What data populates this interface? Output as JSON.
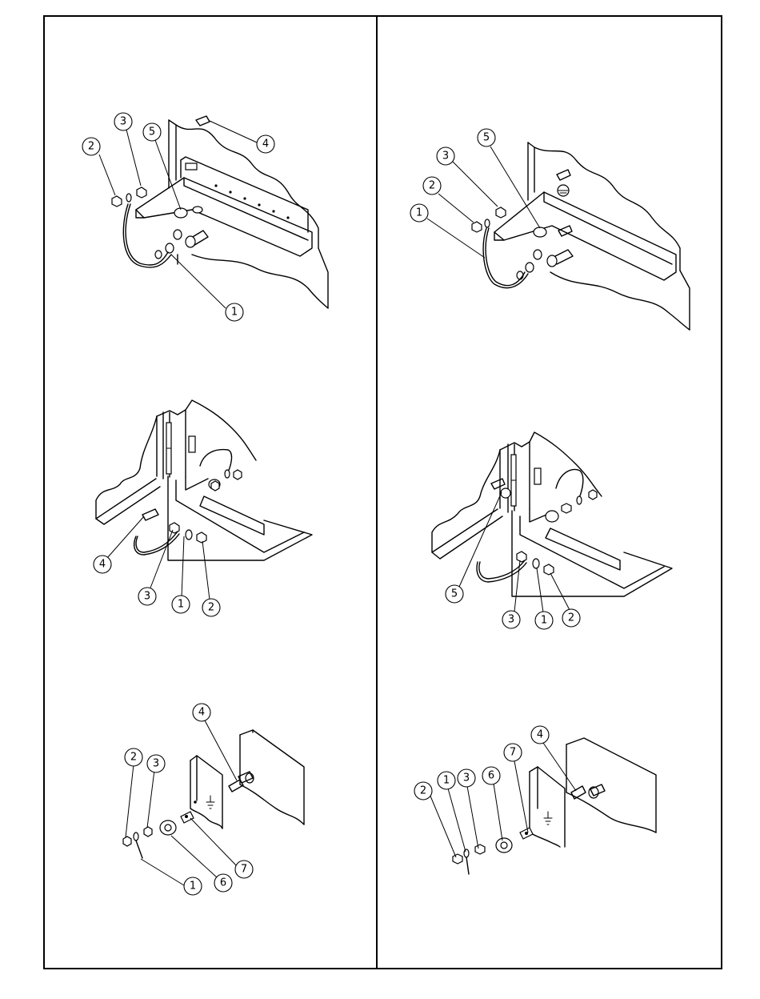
{
  "panels": [
    {
      "id": "top-left",
      "callouts": [
        {
          "n": "2"
        },
        {
          "n": "3"
        },
        {
          "n": "5"
        },
        {
          "n": "4"
        },
        {
          "n": "1"
        }
      ]
    },
    {
      "id": "top-right",
      "callouts": [
        {
          "n": "3"
        },
        {
          "n": "5"
        },
        {
          "n": "2"
        },
        {
          "n": "1"
        }
      ]
    },
    {
      "id": "middle-left",
      "callouts": [
        {
          "n": "4"
        },
        {
          "n": "3"
        },
        {
          "n": "1"
        },
        {
          "n": "2"
        }
      ]
    },
    {
      "id": "middle-right",
      "callouts": [
        {
          "n": "5"
        },
        {
          "n": "3"
        },
        {
          "n": "1"
        },
        {
          "n": "2"
        }
      ]
    },
    {
      "id": "bottom-left",
      "callouts": [
        {
          "n": "4"
        },
        {
          "n": "2"
        },
        {
          "n": "3"
        },
        {
          "n": "1"
        },
        {
          "n": "6"
        },
        {
          "n": "7"
        }
      ]
    },
    {
      "id": "bottom-right",
      "callouts": [
        {
          "n": "4"
        },
        {
          "n": "7"
        },
        {
          "n": "2"
        },
        {
          "n": "1"
        },
        {
          "n": "3"
        },
        {
          "n": "6"
        }
      ]
    }
  ]
}
